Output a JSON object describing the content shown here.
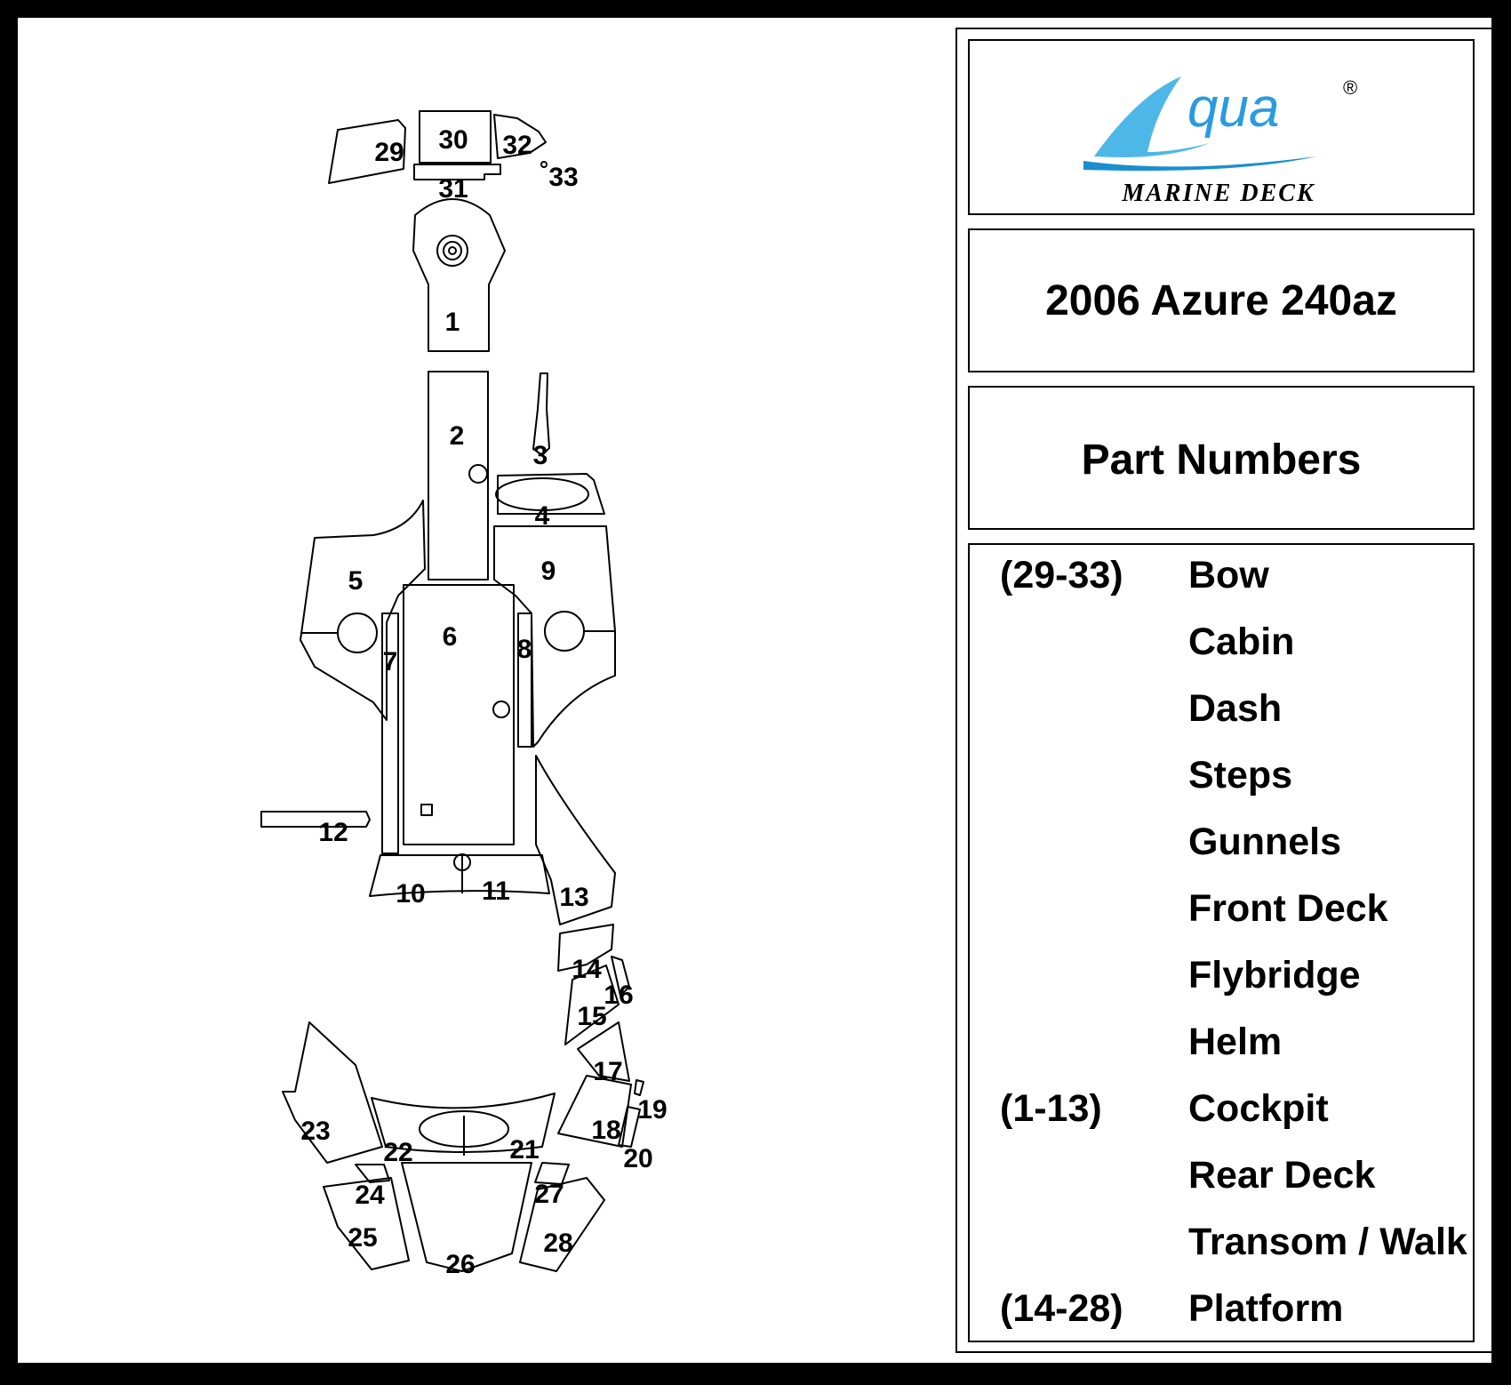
{
  "logo": {
    "wordmark": "qua",
    "registered": "®",
    "subtitle": "MARINE DECK",
    "colors": {
      "wave_light": "#4db8e8",
      "wave_dark": "#1a8fd0",
      "text": "#2a9be0"
    }
  },
  "model_title": "2006 Azure 240az",
  "section_heading": "Part Numbers",
  "areas": [
    {
      "range": "(29-33)",
      "name": "Bow"
    },
    {
      "range": "",
      "name": "Cabin"
    },
    {
      "range": "",
      "name": "Dash"
    },
    {
      "range": "",
      "name": "Steps"
    },
    {
      "range": "",
      "name": "Gunnels"
    },
    {
      "range": "",
      "name": "Front Deck"
    },
    {
      "range": "",
      "name": "Flybridge"
    },
    {
      "range": "",
      "name": "Helm"
    },
    {
      "range": "(1-13)",
      "name": "Cockpit"
    },
    {
      "range": "",
      "name": "Rear Deck"
    },
    {
      "range": "",
      "name": "Transom / Walk"
    },
    {
      "range": "(14-28)",
      "name": "Platform"
    }
  ],
  "part_labels": [
    "1",
    "2",
    "3",
    "4",
    "5",
    "6",
    "7",
    "8",
    "9",
    "10",
    "11",
    "12",
    "13",
    "14",
    "15",
    "16",
    "17",
    "18",
    "19",
    "20",
    "21",
    "22",
    "23",
    "24",
    "25",
    "26",
    "27",
    "28",
    "29",
    "30",
    "31",
    "32",
    "33"
  ]
}
